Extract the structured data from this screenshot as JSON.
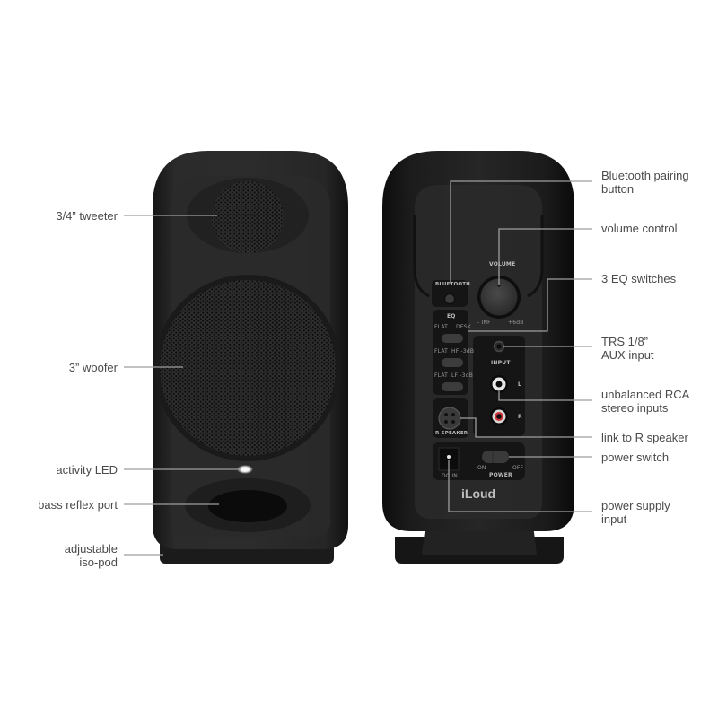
{
  "diagram": {
    "subject": "iLoud Micro Monitor speaker — front and rear views",
    "front_callouts": [
      {
        "id": "tweeter",
        "label": "3/4” tweeter"
      },
      {
        "id": "woofer",
        "label": "3” woofer"
      },
      {
        "id": "activity_led",
        "label": "activity LED"
      },
      {
        "id": "bass_reflex_port",
        "label": "bass reflex port"
      },
      {
        "id": "iso_pod",
        "label_line1": "adjustable",
        "label_line2": "iso-pod"
      }
    ],
    "rear_callouts": [
      {
        "id": "bluetooth_button",
        "label_line1": "Bluetooth pairing",
        "label_line2": "button"
      },
      {
        "id": "volume_control",
        "label": "volume control"
      },
      {
        "id": "eq_switches",
        "label": "3 EQ switches"
      },
      {
        "id": "aux_input",
        "label_line1": "TRS 1/8”",
        "label_line2": "AUX input"
      },
      {
        "id": "rca_inputs",
        "label_line1": "unbalanced RCA",
        "label_line2": "stereo inputs"
      },
      {
        "id": "r_speaker_link",
        "label": "link to R speaker"
      },
      {
        "id": "power_switch",
        "label": "power switch"
      },
      {
        "id": "power_supply",
        "label_line1": "power supply",
        "label_line2": "input"
      }
    ],
    "rear_panel": {
      "bluetooth": "BLUETOOTH",
      "volume": "VOLUME",
      "volume_min": "- INF",
      "volume_max": "+6dB",
      "eq_title": "EQ",
      "eq_rows": [
        {
          "left": "FLAT",
          "right": "DESK"
        },
        {
          "left": "FLAT",
          "right": "HF -3dB"
        },
        {
          "left": "FLAT",
          "right": "LF -3dB"
        }
      ],
      "input": "INPUT",
      "channel_l": "L",
      "channel_r": "R",
      "r_speaker": "R SPEAKER",
      "dc_in": "DC IN",
      "power_on": "ON",
      "power_off": "OFF",
      "power": "POWER",
      "brand": "iLoud"
    },
    "colors": {
      "label_text": "#4a4a4a",
      "leader_line": "#9e9e9e",
      "speaker_body": "#1e1e1e",
      "rca_right_ring": "#c8363a",
      "led": "#ffffff"
    }
  }
}
